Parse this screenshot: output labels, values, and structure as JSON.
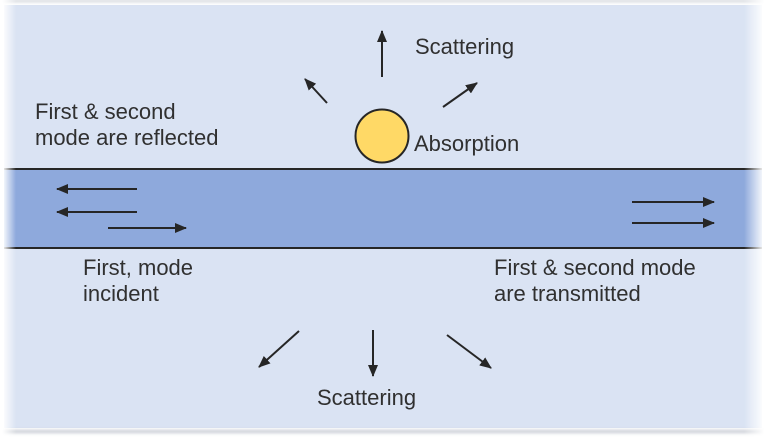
{
  "figure": {
    "title": "waveguide scattering and absorption diagram"
  },
  "colors": {
    "background": "#ffffff",
    "figure-bg": "#dae3f3",
    "waveguide-blue": "#8ea9dc",
    "particle-yellow": "#ffd966",
    "ink": "#262626",
    "text": "#303030"
  },
  "labels": {
    "scattering_top": "Scattering",
    "absorption": "Absorption",
    "reflected": "First & second\nmode are reflected",
    "incident": "First, mode\nincident",
    "transmitted": "First & second mode\nare transmitted",
    "scattering_bottom": "Scattering"
  },
  "arrows": {
    "top_scattering": [
      "up",
      "up-left",
      "up-right"
    ],
    "waveguide_left": [
      "left",
      "left",
      "right-incident"
    ],
    "waveguide_right": [
      "right",
      "right"
    ],
    "bottom_scattering": [
      "down-left",
      "down",
      "down-right"
    ]
  }
}
